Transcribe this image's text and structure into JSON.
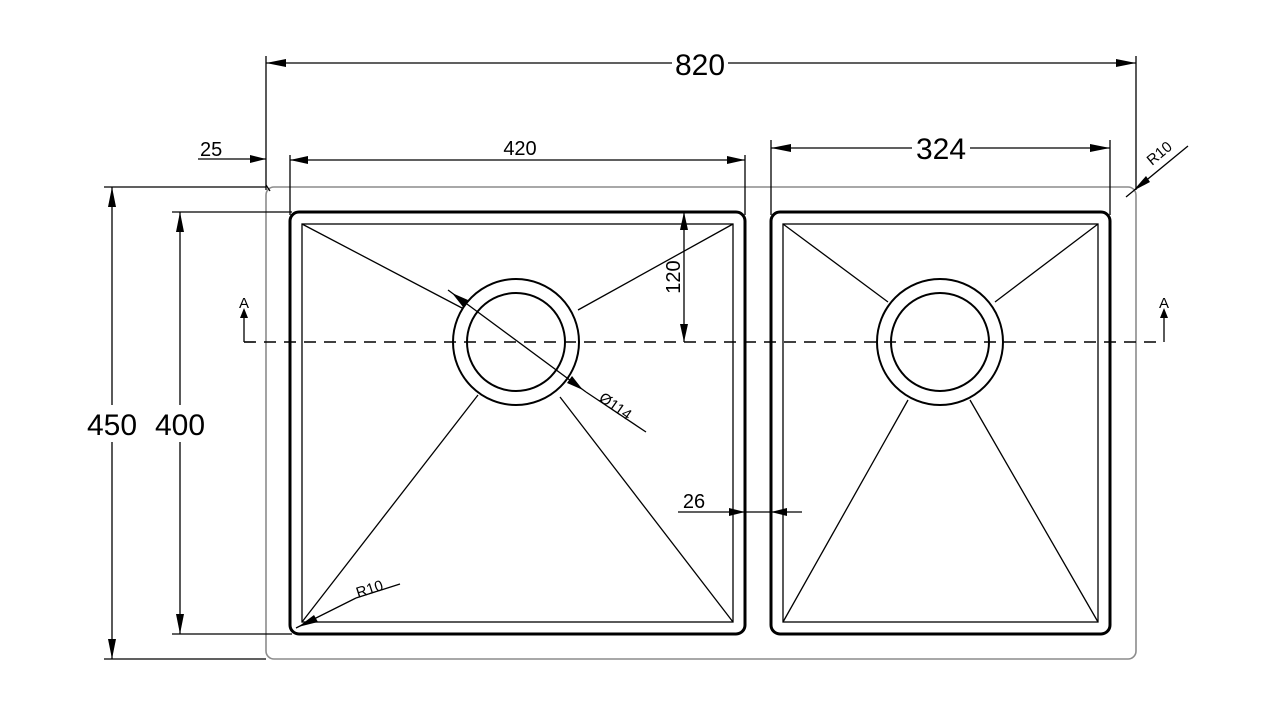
{
  "dimensions": {
    "overall_width": "820",
    "edge_offset": "25",
    "large_bowl_width": "420",
    "small_bowl_width": "324",
    "corner_radius_top": "R10",
    "overall_depth": "450",
    "bowl_depth": "400",
    "drain_offset": "120",
    "drain_diameter": "Ø114",
    "divider_width": "26",
    "corner_radius_bowl": "R10"
  },
  "section_marks": {
    "left": "A",
    "right": "A"
  }
}
